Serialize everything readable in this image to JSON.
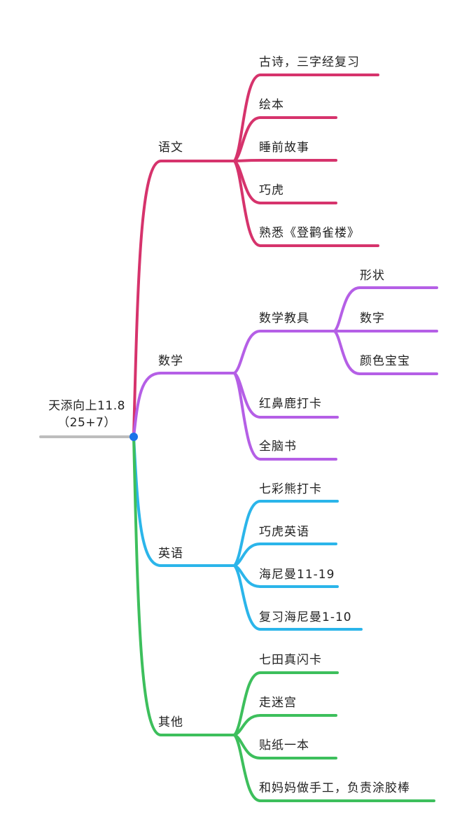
{
  "root": {
    "line1": "天添向上11.8",
    "line2": "（25+7）"
  },
  "colors": {
    "root": "#bdbdbd",
    "hub": "#1a73e8",
    "chinese": "#d6336c",
    "math": "#b55fe6",
    "english": "#2bb5ea",
    "other": "#3dbf5c"
  },
  "branches": [
    {
      "label": "语文",
      "color": "#d6336c",
      "items": [
        {
          "label": "古诗，三字经复习"
        },
        {
          "label": "绘本"
        },
        {
          "label": "睡前故事"
        },
        {
          "label": "巧虎"
        },
        {
          "label": "熟悉《登鹳雀楼》"
        }
      ]
    },
    {
      "label": "数学",
      "color": "#b55fe6",
      "items": [
        {
          "label": "数学教具",
          "children": [
            "形状",
            "数字",
            "颜色宝宝"
          ]
        },
        {
          "label": "红鼻鹿打卡"
        },
        {
          "label": "全脑书"
        }
      ]
    },
    {
      "label": "英语",
      "color": "#2bb5ea",
      "items": [
        {
          "label": "七彩熊打卡"
        },
        {
          "label": "巧虎英语"
        },
        {
          "label": "海尼曼11-19"
        },
        {
          "label": "复习海尼曼1-10"
        }
      ]
    },
    {
      "label": "其他",
      "color": "#3dbf5c",
      "items": [
        {
          "label": "七田真闪卡"
        },
        {
          "label": "走迷宫"
        },
        {
          "label": "贴纸一本"
        },
        {
          "label": "和妈妈做手工，负责涂胶棒"
        }
      ]
    }
  ]
}
